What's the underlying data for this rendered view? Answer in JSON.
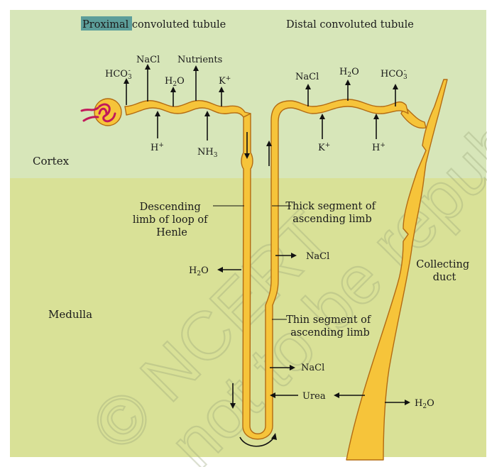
{
  "colors": {
    "cortex_bg": "#d7e6b9",
    "medulla_bg": "#d9e197",
    "tubule_fill": "#f6c43a",
    "tubule_outline": "#b36b12",
    "glomerulus": "#c2185b",
    "highlight": "#5c9e9a"
  },
  "regions": {
    "cortex": "Cortex",
    "medulla": "Medulla"
  },
  "headings": {
    "proximal_highlight": "Proximal",
    "proximal_rest": " convoluted tubule",
    "distal": "Distal convoluted tubule"
  },
  "labels": {
    "descending": [
      "Descending",
      "limb of loop of",
      "Henle"
    ],
    "thick": [
      "Thick segment of",
      "ascending limb"
    ],
    "thin": [
      "Thin segment of",
      "ascending limb"
    ],
    "collecting": [
      "Collecting",
      "duct"
    ],
    "urea": "Urea"
  },
  "ions": {
    "hco3": {
      "base": "HCO",
      "sub": "3",
      "sup": "-"
    },
    "nacl": "NaCl",
    "h2o": {
      "base": "H",
      "sub": "2",
      "rest": "O"
    },
    "nutrients": "Nutrients",
    "k": {
      "base": "K",
      "sup": "+"
    },
    "h": {
      "base": "H",
      "sup": "+"
    },
    "nh3": {
      "base": "NH",
      "sub": "3"
    }
  },
  "watermark": {
    "line1": "© NCERT",
    "line2": "not to be republished"
  }
}
